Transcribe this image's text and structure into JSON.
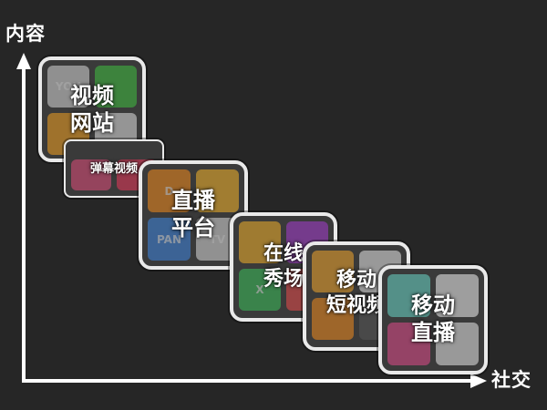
{
  "axes": {
    "y_label": "内容",
    "x_label": "社交"
  },
  "stages": [
    {
      "id": "video-sites",
      "label": "视频\n网站",
      "tiles": [
        {
          "name": "youku-app-icon",
          "color": "#d8d8d8",
          "glyph": "YOU"
        },
        {
          "name": "iqiyi-app-icon",
          "color": "#3fbf3f",
          "glyph": ""
        },
        {
          "name": "tudou-app-icon",
          "color": "#f2a020",
          "glyph": ""
        },
        {
          "name": "video-app-icon",
          "color": "#e0e0e0",
          "glyph": ""
        }
      ]
    },
    {
      "id": "danmaku-video",
      "label": "弹幕视频",
      "tiles": [
        {
          "name": "acfun-app-icon",
          "color": "#e04d7a",
          "glyph": ""
        },
        {
          "name": "bilibili-app-icon",
          "color": "#e8365a",
          "glyph": ""
        }
      ]
    },
    {
      "id": "live-platforms",
      "label": "直播\n平台",
      "tiles": [
        {
          "name": "douyu-app-icon",
          "color": "#f28a1c",
          "glyph": "D"
        },
        {
          "name": "huya-app-icon",
          "color": "#f5b52a",
          "glyph": ""
        },
        {
          "name": "panda-tv-app-icon",
          "color": "#3e86e0",
          "glyph": "PAN"
        },
        {
          "name": "zhanqi-tv-app-icon",
          "color": "#d9d9d9",
          "glyph": "TV"
        }
      ]
    },
    {
      "id": "online-showroom",
      "label": "在线\n秀场",
      "tiles": [
        {
          "name": "yy-app-icon",
          "color": "#f3b02a",
          "glyph": ""
        },
        {
          "name": "showroom-app-icon",
          "color": "#a63cd0",
          "glyph": ""
        },
        {
          "name": "9xiu-app-icon",
          "color": "#3bbf5a",
          "glyph": "X"
        },
        {
          "name": "6rooms-app-icon",
          "color": "#e84a4a",
          "glyph": ""
        }
      ]
    },
    {
      "id": "mobile-short-video",
      "label": "移动\n短视频",
      "tiles": [
        {
          "name": "miaopai-app-icon",
          "color": "#f2a52b",
          "glyph": ""
        },
        {
          "name": "kuaishou-app-icon",
          "color": "#e8e8e8",
          "glyph": ""
        },
        {
          "name": "meipai-app-icon",
          "color": "#f08a1e",
          "glyph": ""
        },
        {
          "name": "short-video-app-icon",
          "color": "#555555",
          "glyph": ""
        }
      ]
    },
    {
      "id": "mobile-live",
      "label": "移动\n直播",
      "tiles": [
        {
          "name": "inke-app-icon",
          "color": "#6ad7c8",
          "glyph": ""
        },
        {
          "name": "yizhibo-app-icon",
          "color": "#f0f0f0",
          "glyph": ""
        },
        {
          "name": "huajiao-app-icon",
          "color": "#e04a8a",
          "glyph": ""
        },
        {
          "name": "momo-live-app-icon",
          "color": "#e8e8e8",
          "glyph": ""
        }
      ]
    }
  ],
  "colors": {
    "background": "#262626",
    "axis": "#ffffff",
    "box_border": "#e9e9e9"
  }
}
